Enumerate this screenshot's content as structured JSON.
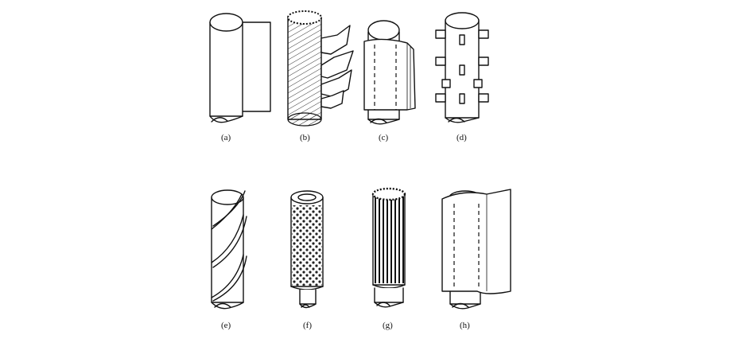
{
  "panels": [
    {
      "id": "a",
      "caption": "(a)"
    },
    {
      "id": "b",
      "caption": "(b)"
    },
    {
      "id": "c",
      "caption": "(c)"
    },
    {
      "id": "d",
      "caption": "(d)"
    },
    {
      "id": "e",
      "caption": "(e)"
    },
    {
      "id": "f",
      "caption": "(f)"
    },
    {
      "id": "g",
      "caption": "(g)"
    },
    {
      "id": "h",
      "caption": "(h)"
    }
  ]
}
